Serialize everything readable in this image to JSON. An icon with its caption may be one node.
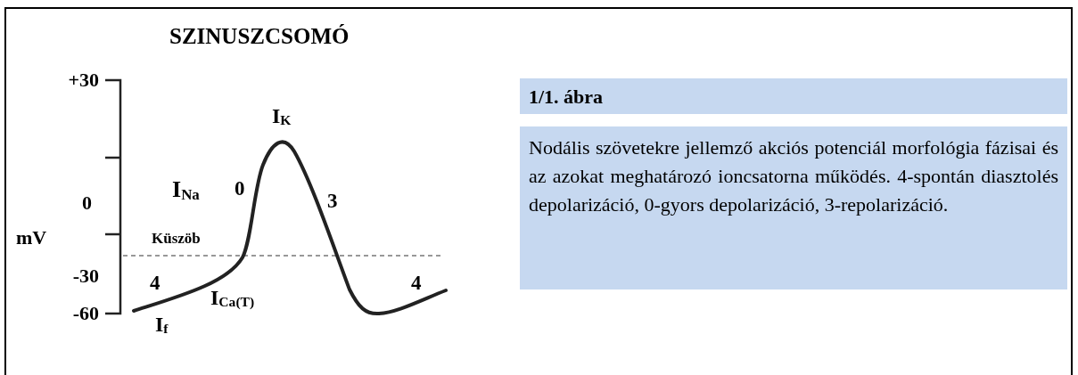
{
  "diagram": {
    "title": "SZINUSZCSOMÓ",
    "labels": [
      "+30",
      "I$_{K}$",
      "I$_{Na}$",
      "0",
      "0",
      "3",
      "mV",
      "Küszöb",
      "-30",
      "4",
      "4",
      "I$_{Ca(T)}$",
      "-60",
      "I$_{f}$",
      "1/1. ábra",
      "Nodális szövetekre jellemző akciós potenciál morfológia fázisai és az azokat meghatározó ioncsatorna működés. 4-spontán diasztolés depolarizáció, 0-gyors depolarizáció, 3-repolarizáció."
    ]
  }
}
